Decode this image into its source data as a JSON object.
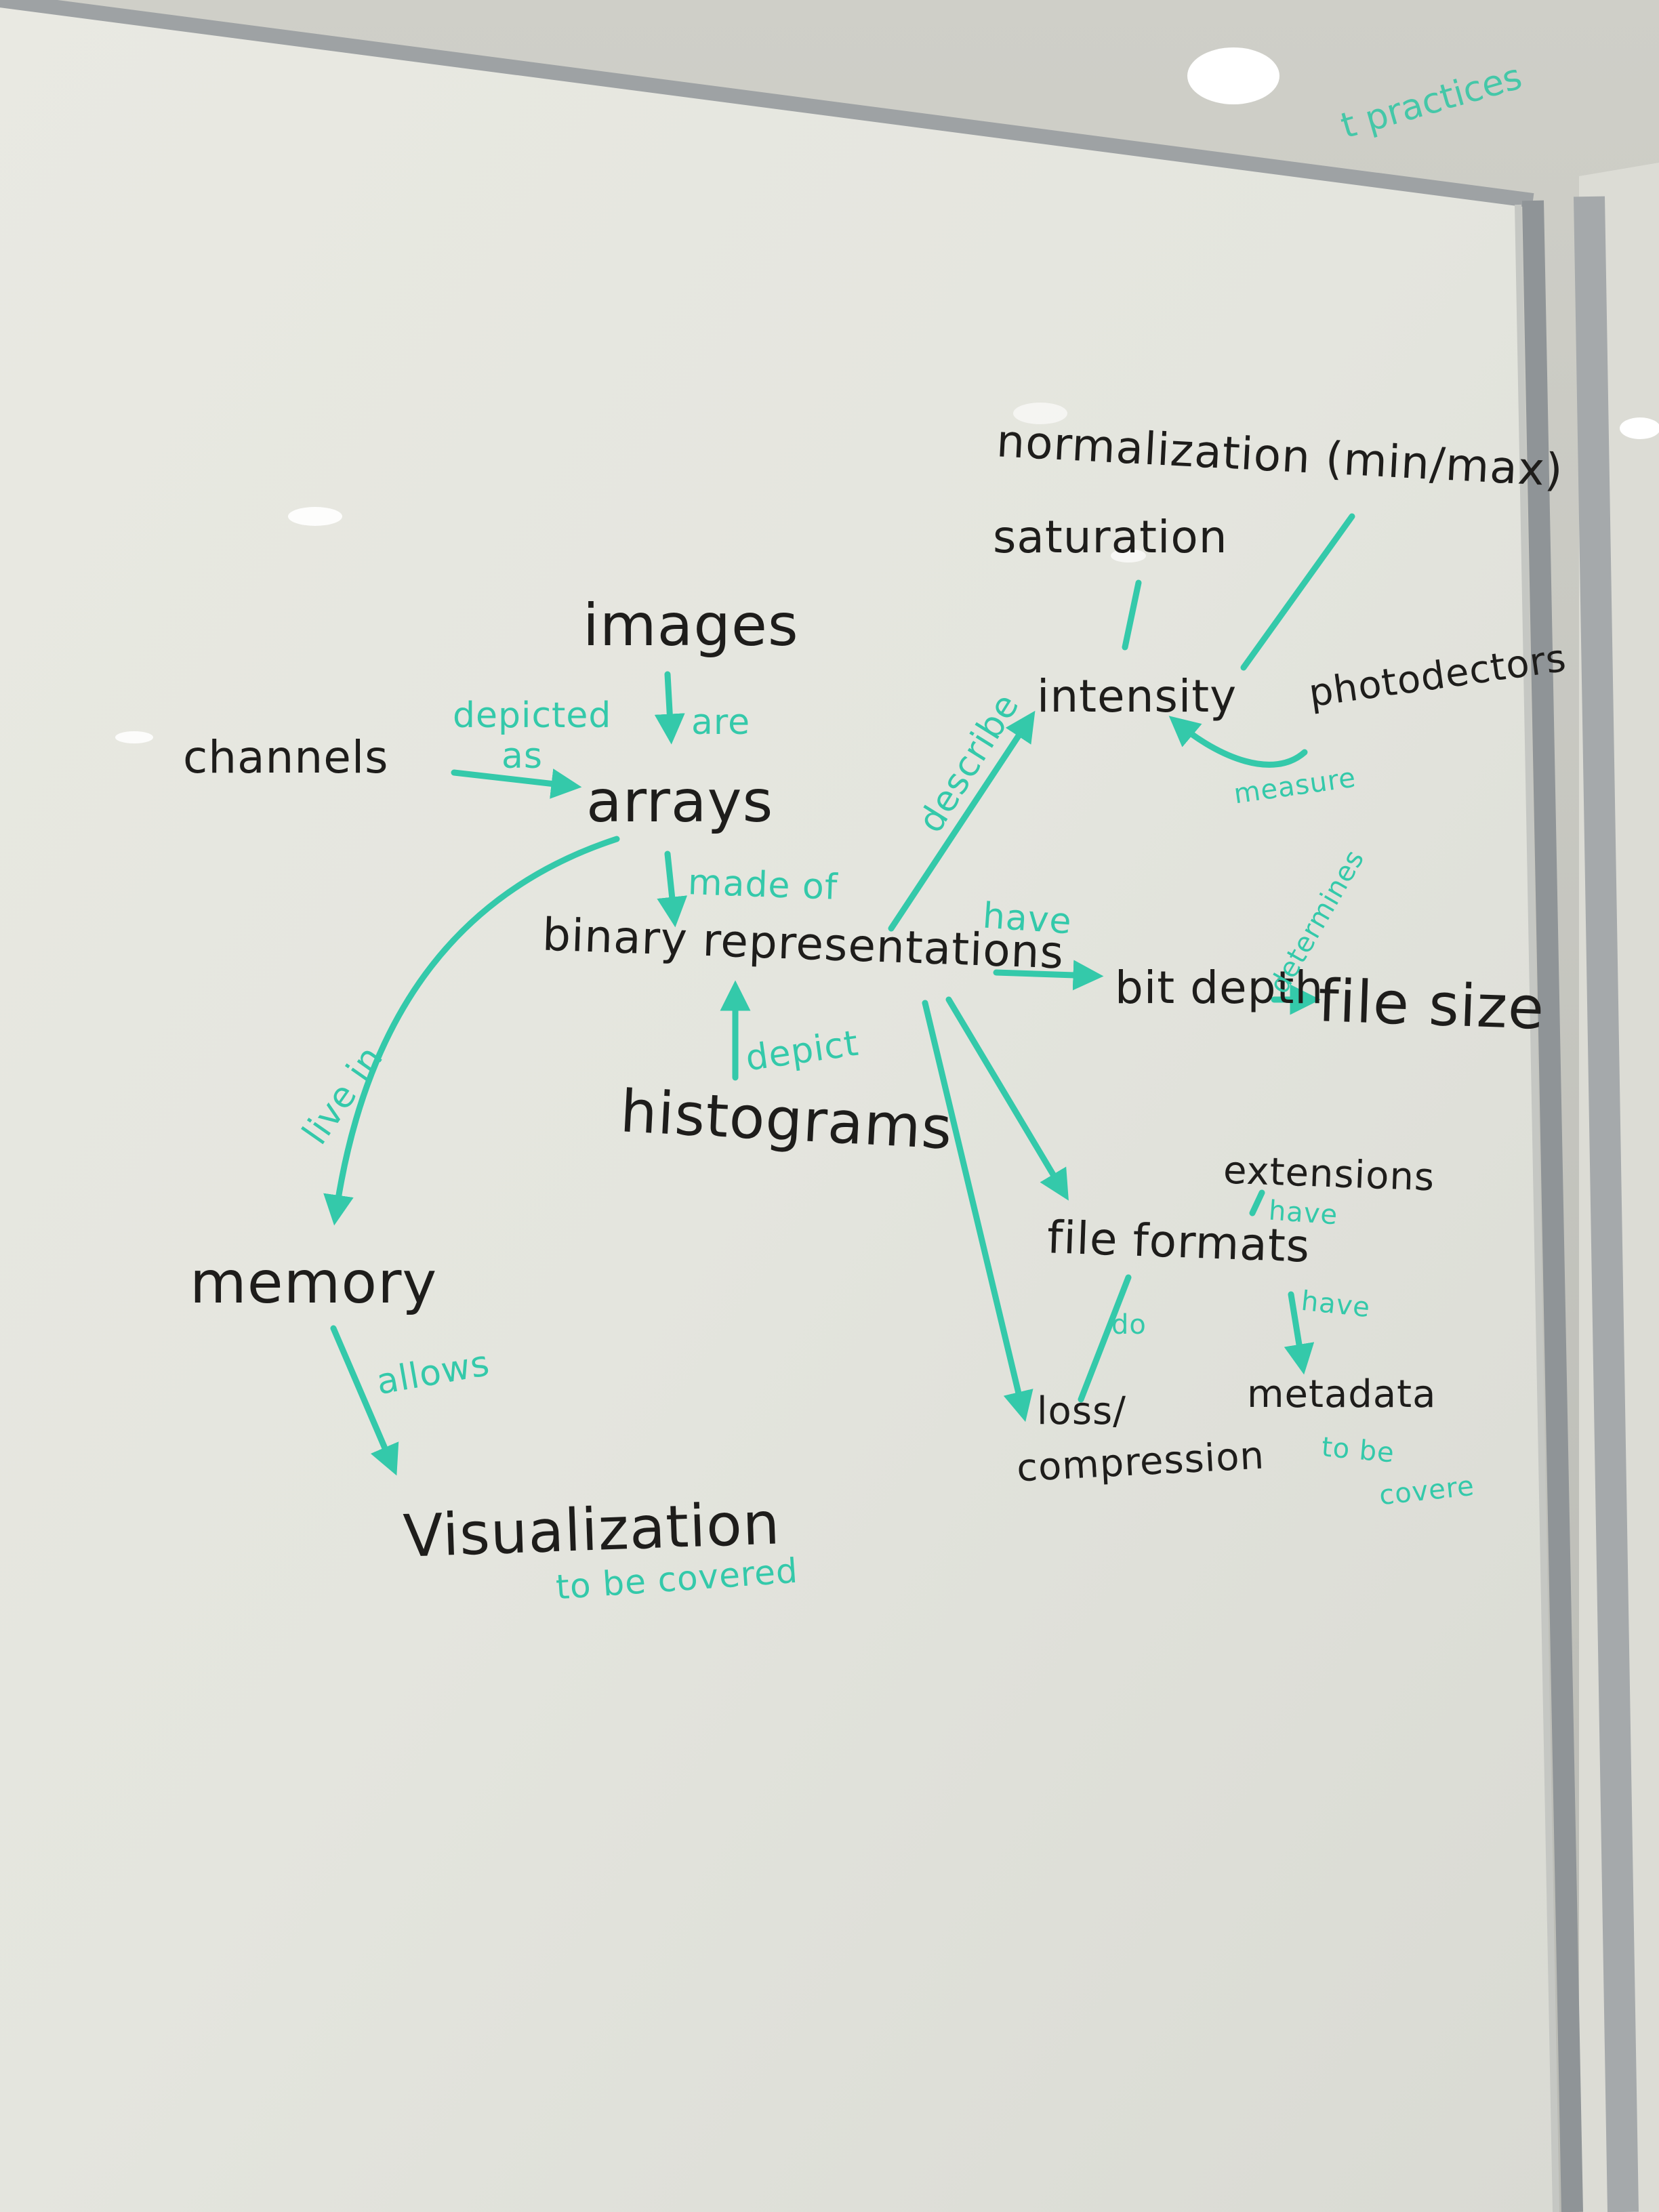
{
  "nodes": {
    "images": "images",
    "channels": "channels",
    "arrays": "arrays",
    "binary_representations": "binary representations",
    "histograms": "histograms",
    "memory": "memory",
    "visualization": "Visualization",
    "intensity": "intensity",
    "saturation": "saturation",
    "normalization": "normalization (min/max)",
    "photodectors": "photodectors",
    "bit_depth": "bit depth",
    "file_size": "file size",
    "file_formats": "file formats",
    "extensions": "extensions",
    "metadata": "metadata",
    "loss_compression_1": "loss/",
    "loss_compression_2": "compression"
  },
  "edges": {
    "are": "are",
    "depicted_as_1": "depicted",
    "depicted_as_2": "as",
    "made_of": "made of",
    "depict": "depict",
    "live_in": "live in",
    "allows": "allows",
    "describe": "describe",
    "measure": "measure",
    "have_bitdepth": "have",
    "determines": "determines",
    "have_extensions": "have",
    "have_metadata": "have",
    "do": "do"
  },
  "notes": {
    "visualization_tbc": "to be covered",
    "metadata_tbc_1": "to be",
    "metadata_tbc_2": "covere"
  },
  "wall": {
    "top_right_fragment": "t practices"
  },
  "colors": {
    "ink_black": "#1e1d1b",
    "ink_green": "#34c9aa",
    "board": "#e6e7e0",
    "frame": "#9a9ea1"
  }
}
